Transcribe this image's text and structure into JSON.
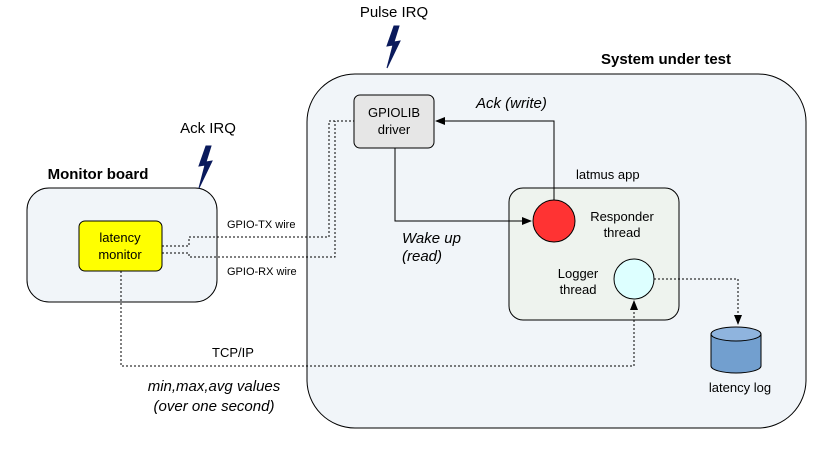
{
  "labels": {
    "pulse_irq": "Pulse IRQ",
    "system_under_test": "System under test",
    "ack_irq": "Ack IRQ",
    "monitor_board": "Monitor board",
    "latency_monitor_line1": "latency",
    "latency_monitor_line2": "monitor",
    "gpiolib_line1": "GPIOLIB",
    "gpiolib_line2": "driver",
    "ack_write": "Ack (write)",
    "latmus_app": "latmus app",
    "responder_line1": "Responder",
    "responder_line2": "thread",
    "logger_line1": "Logger",
    "logger_line2": "thread",
    "gpio_tx_wire": "GPIO-TX wire",
    "gpio_rx_wire": "GPIO-RX wire",
    "wake_up_line1": "Wake up",
    "wake_up_line2": "(read)",
    "tcp_ip": "TCP/IP",
    "minmax_line1": "min,max,avg values",
    "minmax_line2": "(over one second)",
    "latency_log": "latency log"
  },
  "colors": {
    "box_fill": "#f1f5f9",
    "latmus_fill": "#eef3ee",
    "gpiolib_fill": "#e6e6e6",
    "latency_monitor_fill": "#ffff00",
    "responder_fill": "#ff3333",
    "logger_fill": "#ddffff",
    "db_fill": "#729fcf",
    "lightning": "#0a1a5c"
  }
}
